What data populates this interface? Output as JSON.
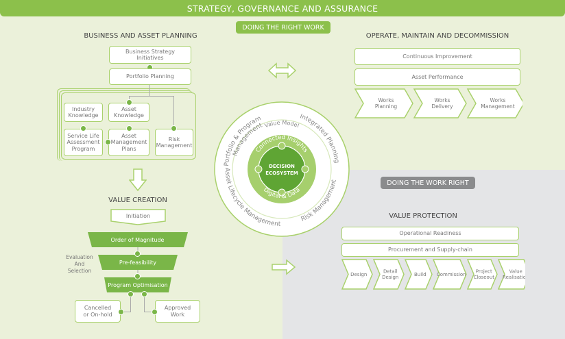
{
  "header": {
    "title": "STRATEGY, GOVERNANCE AND ASSURANCE"
  },
  "colors": {
    "accent": "#8cc04b",
    "dark_green": "#5fa534",
    "gray_pill": "#8a8b8d",
    "background": "#ebf1da",
    "gray_area": "#e4e5e7"
  },
  "doing_right_work": "DOING THE RIGHT WORK",
  "doing_work_right": "DOING THE WORK RIGHT",
  "business_planning": {
    "title": "BUSINESS AND ASSET PLANNING",
    "strategy": "Business Strategy Initiatives",
    "portfolio": "Portfolio Planning",
    "industry": "Industry Knowledge",
    "asset_knowledge": "Asset Knowledge",
    "service_life": "Service Life Assessment Program",
    "amp": "Asset Management Plans",
    "risk": "Risk Management"
  },
  "value_creation": {
    "title": "VALUE CREATION",
    "initiation": "Initiation",
    "order": "Order of Magnitude",
    "prefeas": "Pre-feasibility",
    "optim": "Program Optimisation",
    "evaluation": "Evaluation And Selection",
    "cancelled": "Cancelled or On-hold",
    "approved": "Approved Work"
  },
  "ecosystem": {
    "center": "DECISION ECOSYSTEM",
    "connected": "Connected Insights",
    "digital": "Digital & Data",
    "value_model": "Value Model",
    "portfolio_1": "Portfolio & Program",
    "portfolio_2": "Management",
    "integrated": "Integrated Planning",
    "lifecycle": "Asset Lifecycle Management",
    "risk": "Risk Management"
  },
  "operate": {
    "title": "OPERATE, MAINTAIN AND DECOMMISSION",
    "continuous": "Continuous Improvement",
    "performance": "Asset Performance",
    "steps": [
      "Works Planning",
      "Works Delivery",
      "Works Management"
    ]
  },
  "protection": {
    "title": "VALUE PROTECTION",
    "readiness": "Operational Readiness",
    "procurement": "Procurement and Supply-chain",
    "steps": [
      "Design",
      "Detail Design",
      "Build",
      "Commission",
      "Project Closeout",
      "Value Realisation"
    ]
  }
}
